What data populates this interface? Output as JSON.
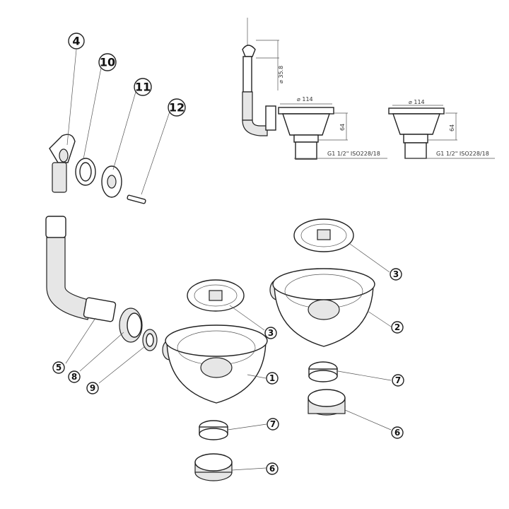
{
  "callouts": [
    "4",
    "10",
    "11",
    "12",
    "5",
    "8",
    "9",
    "1",
    "3",
    "3",
    "2",
    "7",
    "6",
    "7",
    "6"
  ],
  "dimensions": {
    "overflow_diameter": "⌀ 35.8",
    "strainer1_diameter": "⌀ 114",
    "strainer1_height": "64",
    "strainer1_thread": "G1 1/2\" ISO228/18",
    "strainer2_diameter": "⌀ 114",
    "strainer2_height": "64",
    "strainer2_thread": "G1 1/2\" ISO228/18"
  }
}
